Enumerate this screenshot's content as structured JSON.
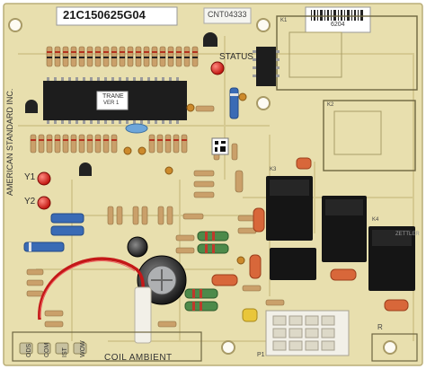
{
  "board": {
    "part_number": "21C150625G04",
    "sticker_code": "CNT04333",
    "mfr_vertical": "AMERICAN STANDARD INC.",
    "status_label": "STATUS",
    "chip_label_line1": "TRANE",
    "chip_label_line2": "VER 1",
    "barcode_number": "6204",
    "y1": "Y1",
    "y2": "Y2",
    "coil_ambient": "COIL AMBIENT",
    "bottom_vertical_labels": [
      "ODS",
      "COM",
      "IST",
      "WOW"
    ],
    "relay_brand": "ZETTLER",
    "relays": [
      "K1",
      "K2",
      "K3",
      "K4"
    ],
    "ref_p1": "P1",
    "ref_r": "R"
  },
  "colors": {
    "pcb": "#e8dfae",
    "trace": "#d3c78e",
    "chip": "#1d1d1d",
    "relay_black": "#151515",
    "resistor_body": "#caa06a",
    "diode_blue": "#3a6bb5",
    "led_red": "#e0231e",
    "wire_red": "#c41818",
    "connector_white": "#f2f0e8"
  }
}
